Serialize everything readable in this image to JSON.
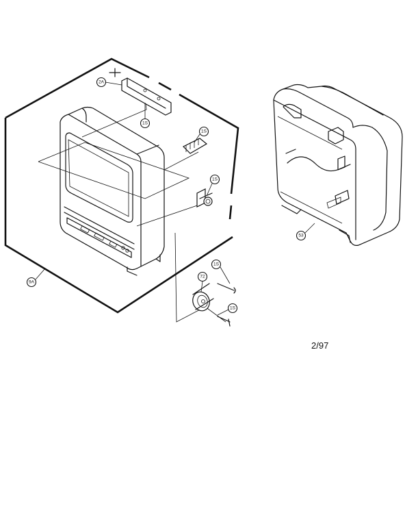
{
  "diagram": {
    "date_code": "2/97",
    "callouts": [
      {
        "id": "c1",
        "label": "2A"
      },
      {
        "id": "c2",
        "label": "1S"
      },
      {
        "id": "c3",
        "label": "1S"
      },
      {
        "id": "c4",
        "label": "1S"
      },
      {
        "id": "c5",
        "label": "1S"
      },
      {
        "id": "c6",
        "label": "72"
      },
      {
        "id": "c7",
        "label": "1S"
      },
      {
        "id": "c8",
        "label": "9A"
      },
      {
        "id": "c9",
        "label": "53"
      }
    ]
  }
}
